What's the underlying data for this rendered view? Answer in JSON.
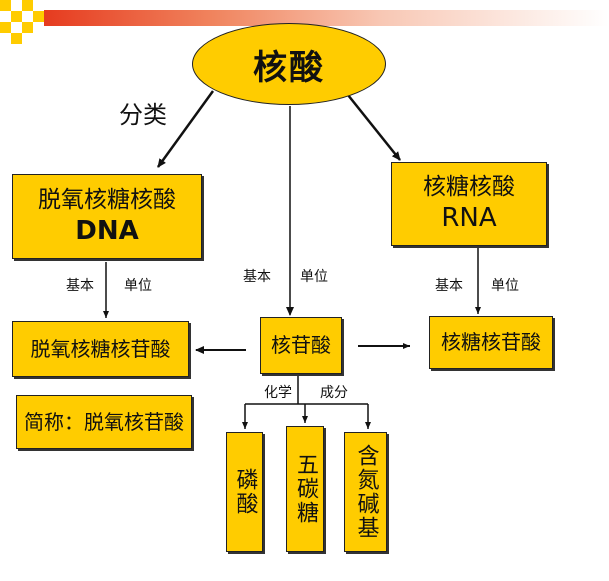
{
  "root": {
    "label": "核酸"
  },
  "classify_label": "分类",
  "dna_box": {
    "line1": "脱氧核糖核酸",
    "line2": "DNA"
  },
  "rna_box": {
    "line1": "核糖核酸",
    "line2": "RNA"
  },
  "left_unit": {
    "part1": "基本",
    "part2": "单位"
  },
  "center_unit": {
    "part1": "基本",
    "part2": "单位"
  },
  "right_unit": {
    "part1": "基本",
    "part2": "单位"
  },
  "deoxy_nucleotide": {
    "label": "脱氧核糖核苷酸"
  },
  "short_name": {
    "label": "简称：脱氧核苷酸"
  },
  "nucleotide": {
    "label": "核苷酸"
  },
  "ribo_nucleotide": {
    "label": "核糖核苷酸"
  },
  "composition": {
    "part1": "化学",
    "part2": "成分"
  },
  "components": [
    {
      "label": "磷酸"
    },
    {
      "label": "五碳糖"
    },
    {
      "label": "含氮碱基"
    }
  ],
  "colors": {
    "box_fill": "#ffcc00",
    "band_red": "#e63b1f",
    "line": "#111111"
  }
}
